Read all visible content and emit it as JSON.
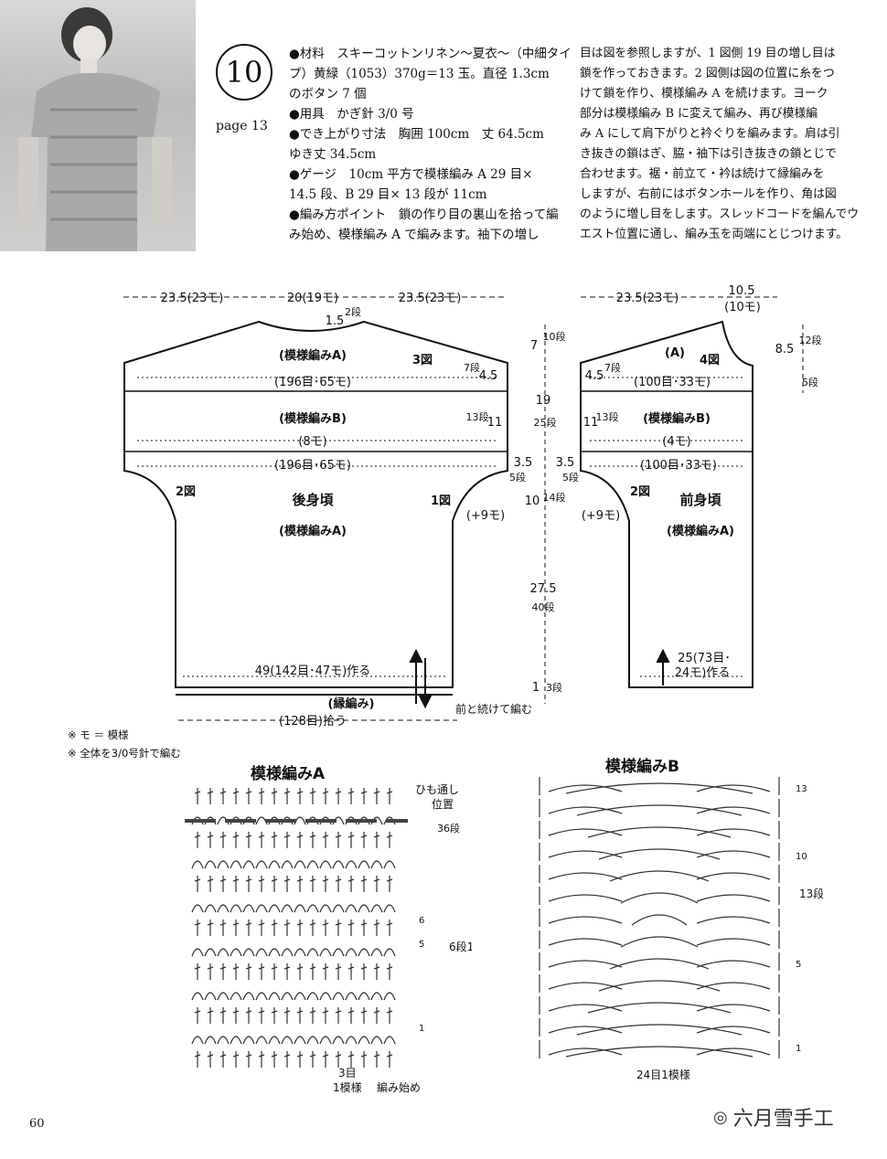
{
  "header": {
    "pattern_number": "10",
    "page_ref": "page 13"
  },
  "description": {
    "left_lines": [
      "●材料　スキーコットンリネン～夏衣～（中細タイ",
      "プ）黄緑（1053）370g＝13 玉。直径 1.3cm",
      "のボタン 7 個",
      "●用具　かぎ針 3/0 号",
      "●でき上がり寸法　胸囲 100cm　丈 64.5cm",
      "ゆき丈 34.5cm",
      "●ゲージ　10cm 平方で模様編み A 29 目×",
      "14.5 段、B 29 目× 13 段が 11cm",
      "●編み方ポイント　鎖の作り目の裏山を拾って編",
      "み始め、模様編み A で編みます。袖下の増し"
    ],
    "right_lines": [
      "目は図を参照しますが、1 図側 19 目の増し目は",
      "鎖を作っておきます。2 図側は図の位置に糸をつ",
      "けて鎖を作り、模様編み A を続けます。ヨーク",
      "部分は模様編み B に変えて編み、再び模様編",
      "み A にして肩下がりと衿ぐりを編みます。肩は引",
      "き抜きの鎖はぎ、脇・袖下は引き抜きの鎖とじで",
      "合わせます。裾・前立て・衿は続けて縁編みを",
      "しますが、右前にはボタンホールを作り、角は図",
      "のように増し目をします。スレッドコードを編んでウ",
      "エスト位置に通し、編み玉を両端にとじつけます。"
    ]
  },
  "back": {
    "top_left": "23.5(23モ)",
    "top_mid": "20(19モ)",
    "top_right": "23.5(23モ)",
    "neck_drop": "1.5",
    "neck_rows": "2段",
    "yoke_a": "(模様編みA)",
    "fig3": "3図",
    "rows_196_top": "(196目･65モ)",
    "shoulder_rows": "7段",
    "shoulder_cm": "4.5",
    "yoke_b": "(模様編みB)",
    "yoke_b_rows": "13段",
    "yoke_b_cm": "11",
    "eight_mo": "(8モ)",
    "rows_196_bottom": "(196目･65モ)",
    "fig2": "2図",
    "fig1": "1図",
    "title": "後身頃",
    "body_pattern": "(模様編みA)",
    "plus9": "(+9モ)",
    "hem_count": "49(142目･47モ)作る",
    "edge": "(縁編み)",
    "pickup": "(128目)拾う",
    "continue": "前と続けて編む"
  },
  "center_dims": {
    "d1": "7",
    "d1r": "10段",
    "d2": "19",
    "d2r": "25段",
    "d3a": "3.5",
    "d3b": "5段",
    "d4": "10",
    "d4r": "14段",
    "d5": "27.5",
    "d5r": "40段",
    "d6": "1",
    "d6r": "3段"
  },
  "front": {
    "top_left": "23.5(23モ)",
    "top_right": "10.5",
    "top_right2": "(10モ)",
    "pattern_a": "(A)",
    "fig4": "4図",
    "neck_cm": "8.5",
    "neck_rows": "12段",
    "neck_rows2": "5段",
    "shoulder_cm": "4.5",
    "shoulder_rows": "7段",
    "rows_100_top": "(100目･33モ)",
    "yoke_b_cm": "11",
    "yoke_b_rows": "13段",
    "yoke_b": "(模様編みB)",
    "four_mo": "(4モ)",
    "d3a": "3.5",
    "d3b": "5段",
    "rows_100_bottom": "(100目･33モ)",
    "fig2": "2図",
    "title": "前身頃",
    "body_pattern": "(模様編みA)",
    "plus9": "(+9モ)",
    "hem_count1": "25(73目･",
    "hem_count2": "24モ)作る"
  },
  "notes": [
    "※ モ ＝ 模様",
    "※ 全体を3/0号針で編む"
  ],
  "chart_a": {
    "title": "模様編みA",
    "drawstring1": "ひも通し",
    "drawstring2": "位置",
    "drawstring_rows": "36段",
    "repeat_rows": "6段1模様",
    "row_marks": [
      "6",
      "5",
      "1"
    ],
    "bottom1": "3目",
    "bottom2": "1模様",
    "start": "編み始め"
  },
  "chart_b": {
    "title": "模様編みB",
    "row_marks": [
      "13",
      "10",
      "5",
      "1"
    ],
    "repeat_rows": "13段1模様",
    "bottom": "24目1模様"
  },
  "footer": {
    "page_number": "60",
    "watermark": "六月雪手工"
  }
}
